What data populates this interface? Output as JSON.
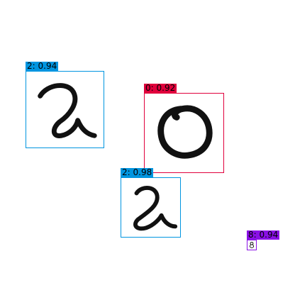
{
  "detections": [
    {
      "id": "det-1",
      "label": "2: 0.94",
      "digit": "2",
      "color": "#0095e0"
    },
    {
      "id": "det-2",
      "label": "0: 0.92",
      "digit": "0",
      "color": "#e0003c"
    },
    {
      "id": "det-3",
      "label": "2: 0.98",
      "digit": "2",
      "color": "#0095e0"
    },
    {
      "id": "det-4",
      "label": "8: 0.94",
      "digit": "8",
      "color": "#8a10e6"
    }
  ],
  "icons": {
    "digit_2": "digit-two-glyph",
    "digit_0": "digit-zero-glyph",
    "digit_8": "digit-eight-glyph"
  }
}
